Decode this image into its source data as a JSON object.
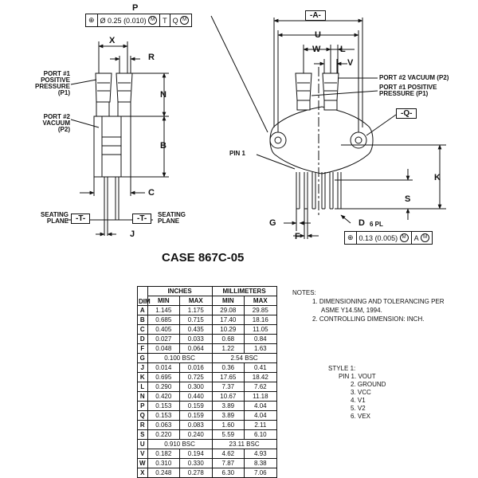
{
  "case_title": "CASE 867C-05",
  "fcf_top": {
    "symbol": "⊕",
    "tolerance": "Ø 0.25 (0.010)",
    "modifier": "M",
    "datum1": "T",
    "datum2": "Q",
    "datum2_mod": "M"
  },
  "fcf_bottom": {
    "symbol": "⊕",
    "tolerance": "0.13 (0.005)",
    "modifier": "M",
    "datum1": "A",
    "datum1_mod": "M"
  },
  "datums": {
    "a": "-A-",
    "q": "-Q-",
    "t_left": "-T-",
    "t_right": "-T-"
  },
  "labels": {
    "port1_pos_left": [
      "PORT #1",
      "POSITIVE",
      "PRESSURE",
      "(P1)"
    ],
    "port2_vac_left": [
      "PORT #2",
      "VACUUM",
      "(P2)"
    ],
    "port2_vac_right": "PORT #2 VACUUM (P2)",
    "port1_pos_right": [
      "PORT #1 POSITIVE",
      "PRESSURE (P1)"
    ],
    "pin1": "PIN 1",
    "seating_left": [
      "SEATING",
      "PLANE"
    ],
    "seating_right": [
      "SEATING",
      "PLANE"
    ],
    "six_pl": "6 PL"
  },
  "dim_letters": {
    "P": "P",
    "X": "X",
    "R": "R",
    "N": "N",
    "B": "B",
    "C": "C",
    "J": "J",
    "U": "U",
    "W": "W",
    "L": "L",
    "V": "V",
    "K": "K",
    "S": "S",
    "G": "G",
    "F": "F",
    "D": "D"
  },
  "table": {
    "col_dim": "DIM",
    "group_inches": "INCHES",
    "group_mm": "MILLIMETERS",
    "sub": [
      "MIN",
      "MAX",
      "MIN",
      "MAX"
    ],
    "rows": [
      [
        "A",
        "1.145",
        "1.175",
        "29.08",
        "29.85"
      ],
      [
        "B",
        "0.685",
        "0.715",
        "17.40",
        "18.16"
      ],
      [
        "C",
        "0.405",
        "0.435",
        "10.29",
        "11.05"
      ],
      [
        "D",
        "0.027",
        "0.033",
        "0.68",
        "0.84"
      ],
      [
        "F",
        "0.048",
        "0.064",
        "1.22",
        "1.63"
      ],
      [
        "G",
        "0.100 BSC",
        "",
        "2.54 BSC",
        ""
      ],
      [
        "J",
        "0.014",
        "0.016",
        "0.36",
        "0.41"
      ],
      [
        "K",
        "0.695",
        "0.725",
        "17.65",
        "18.42"
      ],
      [
        "L",
        "0.290",
        "0.300",
        "7.37",
        "7.62"
      ],
      [
        "N",
        "0.420",
        "0.440",
        "10.67",
        "11.18"
      ],
      [
        "P",
        "0.153",
        "0.159",
        "3.89",
        "4.04"
      ],
      [
        "Q",
        "0.153",
        "0.159",
        "3.89",
        "4.04"
      ],
      [
        "R",
        "0.063",
        "0.083",
        "1.60",
        "2.11"
      ],
      [
        "S",
        "0.220",
        "0.240",
        "5.59",
        "6.10"
      ],
      [
        "U",
        "0.910 BSC",
        "",
        "23.11 BSC",
        ""
      ],
      [
        "V",
        "0.182",
        "0.194",
        "4.62",
        "4.93"
      ],
      [
        "W",
        "0.310",
        "0.330",
        "7.87",
        "8.38"
      ],
      [
        "X",
        "0.248",
        "0.278",
        "6.30",
        "7.06"
      ]
    ]
  },
  "notes": {
    "header": "NOTES:",
    "items": [
      "1. DIMENSIONING AND TOLERANCING PER",
      "ASME Y14.5M, 1994.",
      "2. CONTROLLING DIMENSION: INCH."
    ]
  },
  "style": {
    "header": "STYLE 1:",
    "pins": [
      "PIN 1. VOUT",
      "2. GROUND",
      "3. VCC",
      "4. V1",
      "5. V2",
      "6. VEX"
    ]
  }
}
